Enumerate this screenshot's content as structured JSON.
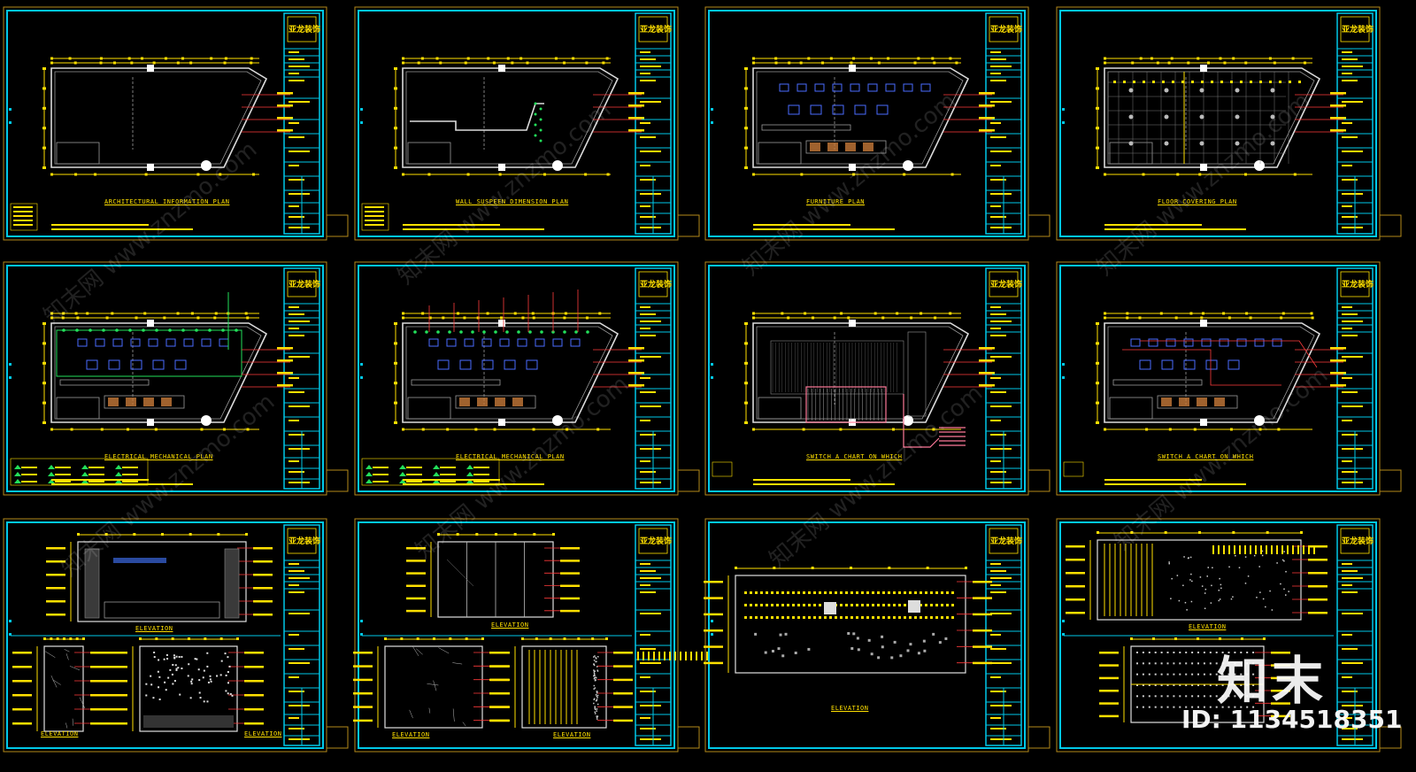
{
  "sheets": [
    {
      "title": "ARCHITECTURAL INFORMATION PLAN",
      "logo": "亚龙装饰",
      "kind": "plan-empty"
    },
    {
      "title": "WALL SUSPEEN DIMENSION PLAN",
      "logo": "亚龙装饰",
      "kind": "plan-wall"
    },
    {
      "title": "FURNITURE PLAN",
      "logo": "亚龙装饰",
      "kind": "plan-furniture"
    },
    {
      "title": "FLOOR COVERING PLAN",
      "logo": "亚龙装饰",
      "kind": "plan-floor"
    },
    {
      "title": "ELECTRICAL MECHANICAL PLAN",
      "logo": "亚龙装饰",
      "kind": "plan-elec-green"
    },
    {
      "title": "ELECTRICAL MECHANICAL PLAN",
      "logo": "亚龙装饰",
      "kind": "plan-elec"
    },
    {
      "title": "SWITCH A CHART ON WHICH",
      "logo": "亚龙装饰",
      "kind": "plan-ceiling"
    },
    {
      "title": "SWITCH A CHART ON WHICH",
      "logo": "亚龙装饰",
      "kind": "plan-switch"
    },
    {
      "title": "ELEVATION",
      "logo": "亚龙装饰",
      "kind": "elev-1",
      "sub_titles": [
        "ELEVATION",
        "ELEVATION"
      ]
    },
    {
      "title": "ELEVATION",
      "logo": "亚龙装饰",
      "kind": "elev-2",
      "sub_titles": [
        "ELEVATION",
        "ELEVATION"
      ]
    },
    {
      "title": "ELEVATION",
      "logo": "亚龙装饰",
      "kind": "elev-3",
      "sub_titles": []
    },
    {
      "title": "ELEVATION",
      "logo": "亚龙装饰",
      "kind": "elev-4",
      "sub_titles": []
    }
  ],
  "watermark": {
    "brand": "知末",
    "id_text": "ID: 1134518351",
    "diagonal": "知末网 www.znzmo.com"
  },
  "colors": {
    "background": "#000000",
    "frame": "#00c8e8",
    "outer_frame": "#b58a1a",
    "dimension": "#ffe000",
    "wall": "#dcdcdc"
  }
}
